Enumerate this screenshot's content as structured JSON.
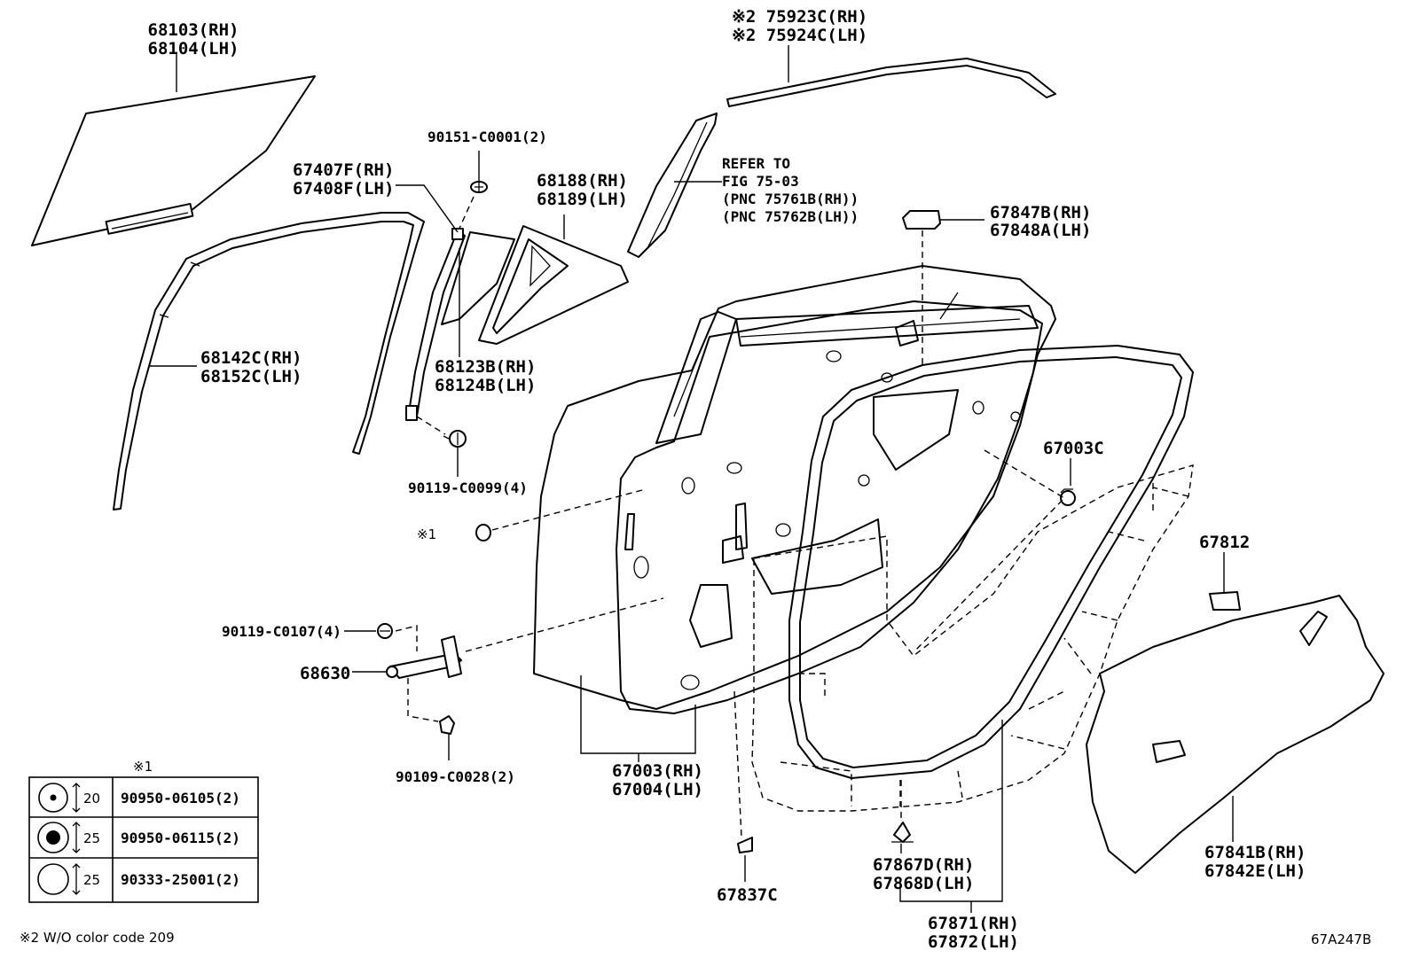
{
  "callouts": {
    "glass": [
      "68103(RH)",
      "68104(LH)"
    ],
    "molding_top": [
      "※2 75923C(RH)",
      "※2 75924C(LH)"
    ],
    "screw_top": "90151-C0001(2)",
    "channel": [
      "67407F(RH)",
      "67408F(LH)"
    ],
    "quarter_frame": [
      "68188(RH)",
      "68189(LH)"
    ],
    "refer": [
      "REFER TO",
      "FIG 75-03",
      "(PNC 75761B(RH))",
      "(PNC 75762B(LH))"
    ],
    "pad_top": [
      "67847B(RH)",
      "67848A(LH)"
    ],
    "run_channel": [
      "68142C(RH)",
      "68152C(LH)"
    ],
    "quarter_glass": [
      "68123B(RH)",
      "68124B(LH)"
    ],
    "bolt_4": "90119-C0099(4)",
    "clip_door": "67003C",
    "hole_plug_mark": "※1",
    "pad_67812": "67812",
    "bolt_check": "90119-C0107(4)",
    "check": "68630",
    "door_panel": [
      "67003(RH)",
      "67004(LH)"
    ],
    "bolt_bottom": "90109-C0028(2)",
    "trim": [
      "67841B(RH)",
      "67842E(LH)"
    ],
    "clip_bottom": [
      "67867D(RH)",
      "67868D(LH)"
    ],
    "clip_67837C": "67837C",
    "weatherstrip": [
      "67871(RH)",
      "67872(LH)"
    ]
  },
  "plug_table": {
    "title": "※1",
    "rows": [
      {
        "size": "20",
        "part": "90950-06105(2)",
        "icon": "small-dot"
      },
      {
        "size": "25",
        "part": "90950-06115(2)",
        "icon": "large-dot"
      },
      {
        "size": "25",
        "part": "90333-25001(2)",
        "icon": "plain"
      }
    ]
  },
  "footnote": "※2 W/O color code 209",
  "figure_code": "67A247B"
}
